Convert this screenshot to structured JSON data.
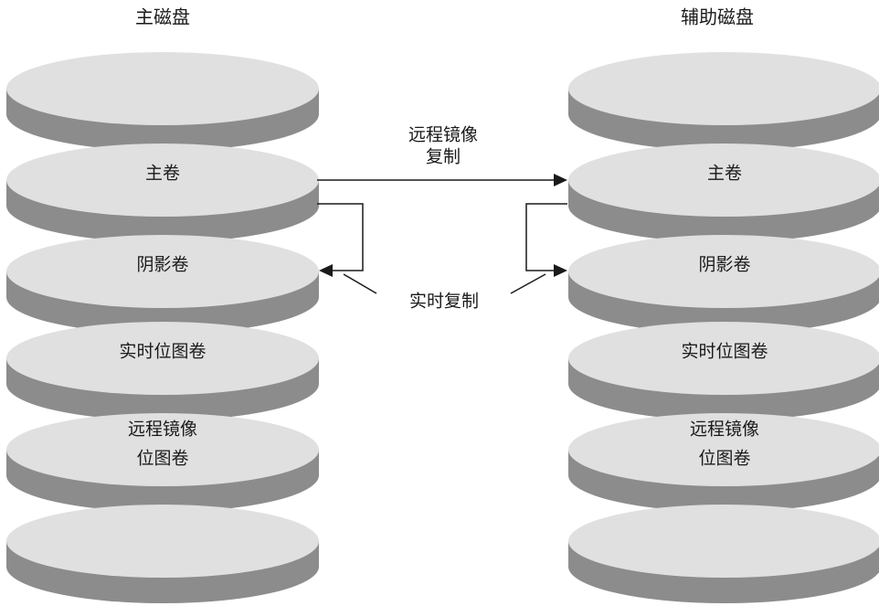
{
  "left_stack": {
    "title": "主磁盘",
    "disks": [
      {
        "lines": []
      },
      {
        "lines": [
          "主卷"
        ]
      },
      {
        "lines": [
          "阴影卷"
        ]
      },
      {
        "lines": [
          "实时位图卷"
        ]
      },
      {
        "lines": [
          "远程镜像",
          "位图卷"
        ]
      },
      {
        "lines": []
      }
    ]
  },
  "right_stack": {
    "title": "辅助磁盘",
    "disks": [
      {
        "lines": []
      },
      {
        "lines": [
          "主卷"
        ]
      },
      {
        "lines": [
          "阴影卷"
        ]
      },
      {
        "lines": [
          "实时位图卷"
        ]
      },
      {
        "lines": [
          "远程镜像",
          "位图卷"
        ]
      },
      {
        "lines": []
      }
    ]
  },
  "connectors": {
    "remote_mirror": [
      "远程镜像",
      "复制"
    ],
    "point_in_time": "实时复制"
  }
}
